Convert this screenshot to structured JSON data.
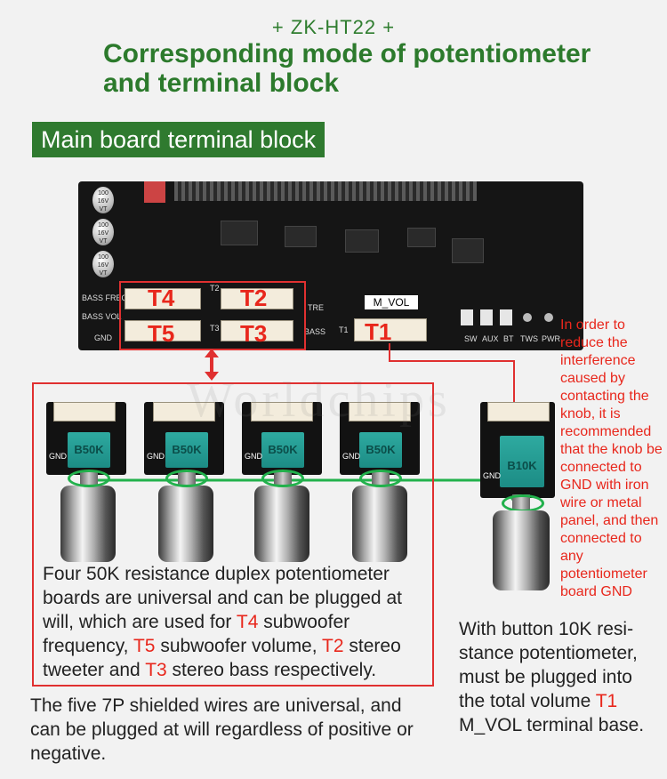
{
  "model": "+ ZK-HT22 +",
  "title": "Corresponding mode of potentiometer and terminal block",
  "section_label": "Main board terminal block",
  "board": {
    "terminals": [
      "T4",
      "T2",
      "T5",
      "T3",
      "T1"
    ],
    "mvol_label": "M_VOL",
    "silk": [
      "BASS FREQ",
      "BASS VOL",
      "GND",
      "TRE",
      "BASS",
      "T1",
      "T2",
      "T3",
      "SW",
      "AUX",
      "BT",
      "TWS",
      "PWR"
    ],
    "cap_text": "100\n16V\nVT"
  },
  "pots": [
    "B50K",
    "B50K",
    "B50K",
    "B50K",
    "B10K"
  ],
  "pot_gnd": "GND",
  "watermark": "Worldchips",
  "note": "In order to reduce the interference caused by contacting the knob, it is recommended that the knob be connected to GND with iron wire or metal panel, and then connected to any potentiometer board GND",
  "text1_parts": [
    "Four 50K resistance duplex potentiometer boards are universal and can be plugged at will, which are used for ",
    "T4",
    " subwoofer frequency, ",
    "T5",
    " subwoofer volume, ",
    "T2",
    " stereo tweeter and ",
    "T3",
    " stereo bass respectively."
  ],
  "text2_parts": [
    "With button 10K resi-stance potentiometer, must be plugged into the total volume ",
    "T1",
    " M_VOL terminal base."
  ],
  "text3": "The five 7P shielded wires are universal, and can be plugged at will regardless of positive or negative.",
  "colors": {
    "green": "#2c7a2c",
    "red": "#e8271c",
    "accent_green": "#22b14c"
  }
}
